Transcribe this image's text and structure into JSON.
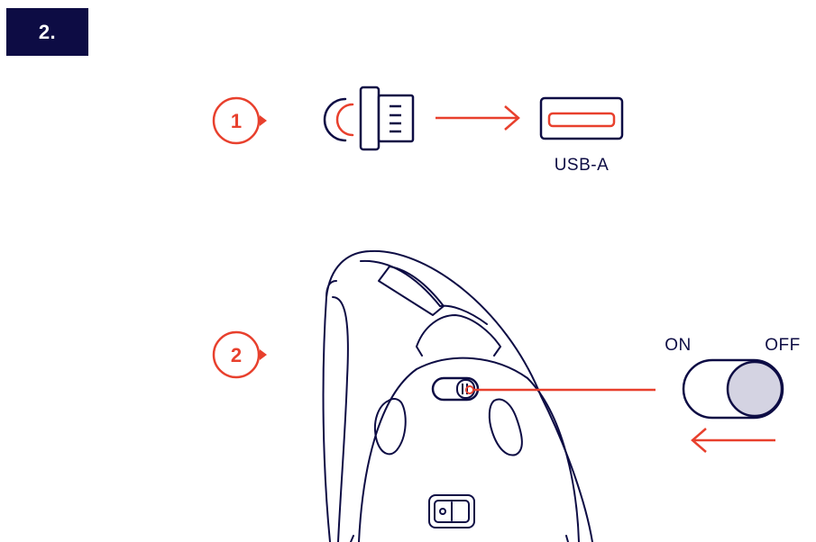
{
  "step_badge": "2.",
  "sub_steps": [
    {
      "number": "1"
    },
    {
      "number": "2"
    }
  ],
  "port_label": "USB-A",
  "switch": {
    "on_label": "ON",
    "off_label": "OFF"
  },
  "colors": {
    "navy": "#0d0c44",
    "accent_red": "#e8402d",
    "knob_fill": "#d4d3e2"
  },
  "icons": [
    "wireless-receiver-icon",
    "usb-a-port-icon",
    "arrow-right-icon",
    "arrow-left-icon",
    "mouse-underside-icon",
    "power-switch-icon"
  ]
}
